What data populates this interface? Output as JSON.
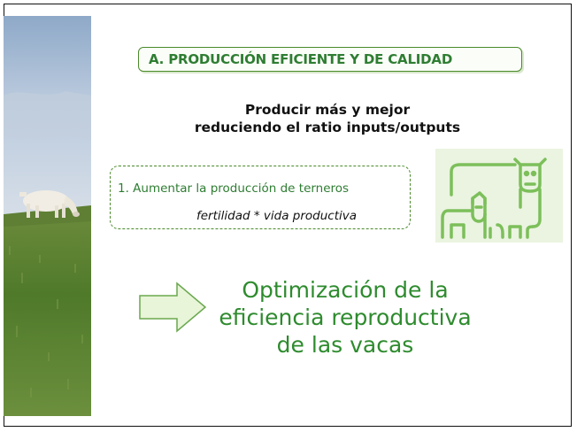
{
  "section": {
    "title": "A. PRODUCCIÓN EFICIENTE Y DE CALIDAD"
  },
  "subtitle": {
    "line1": "Producir más y mejor",
    "line2": "reduciendo el ratio inputs/outputs"
  },
  "item": {
    "label": "1.  Aumentar la producción de terneros",
    "formula": "fertilidad * vida productiva"
  },
  "conclusion": {
    "line1": "Optimización de la",
    "line2": "eficiencia reproductiva",
    "line3": "de las vacas"
  },
  "icons": {
    "cows": "cow-calf-icon",
    "arrow": "right-arrow-icon"
  },
  "colors": {
    "accent": "#2e7d32",
    "icon_bg": "#eaf4e0",
    "icon_stroke": "#7cbf5a"
  }
}
